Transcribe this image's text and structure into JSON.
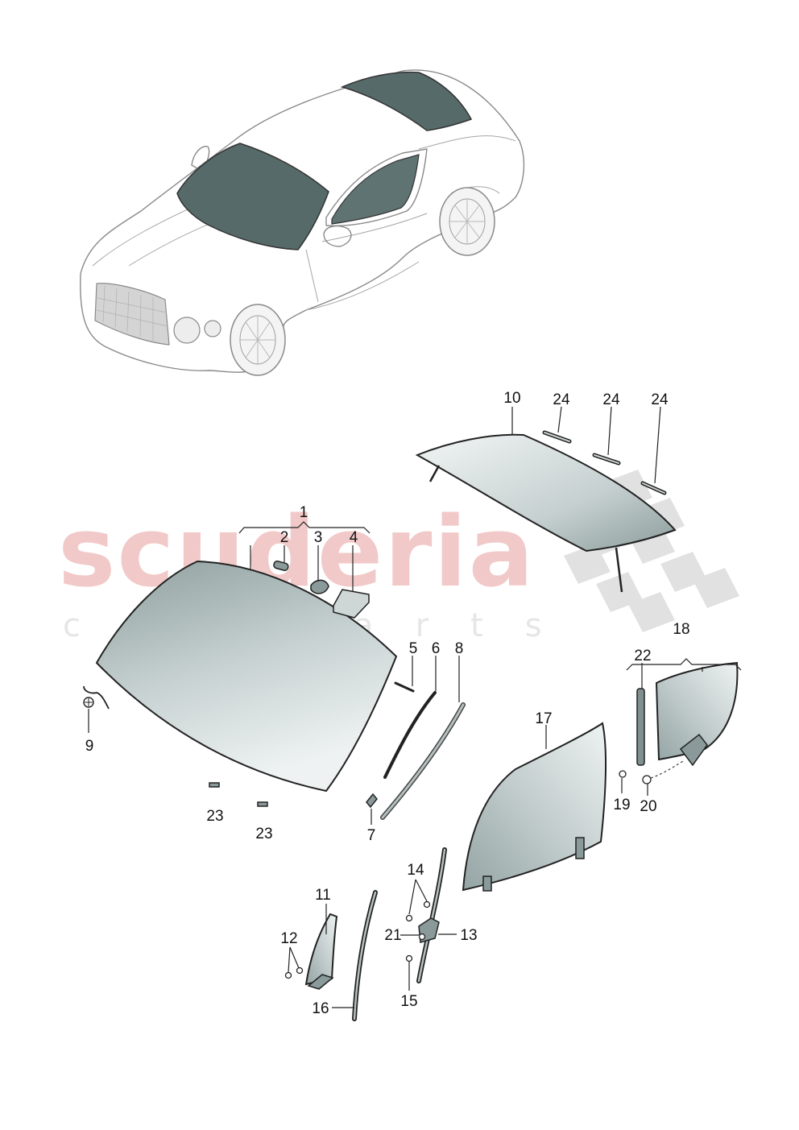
{
  "watermark": {
    "brand": "scuderia",
    "tagline": "car parts"
  },
  "callouts": {
    "c1": "1",
    "c2": "2",
    "c3": "3",
    "c4": "4",
    "c5": "5",
    "c6": "6",
    "c7": "7",
    "c8": "8",
    "c9": "9",
    "c10": "10",
    "c11": "11",
    "c12": "12",
    "c13": "13",
    "c14": "14",
    "c15": "15",
    "c16": "16",
    "c17": "17",
    "c18": "18",
    "c19": "19",
    "c20": "20",
    "c21": "21",
    "c22": "22",
    "c23a": "23",
    "c23b": "23",
    "c24a": "24",
    "c24b": "24",
    "c24c": "24"
  },
  "colors": {
    "glass_light": "#dfe6e6",
    "glass_dark": "#8e9e9e",
    "car_glass": "#566a6a",
    "watermark_red": "#f2c9c9",
    "watermark_grey": "#dcdcdc",
    "line": "#222222"
  }
}
